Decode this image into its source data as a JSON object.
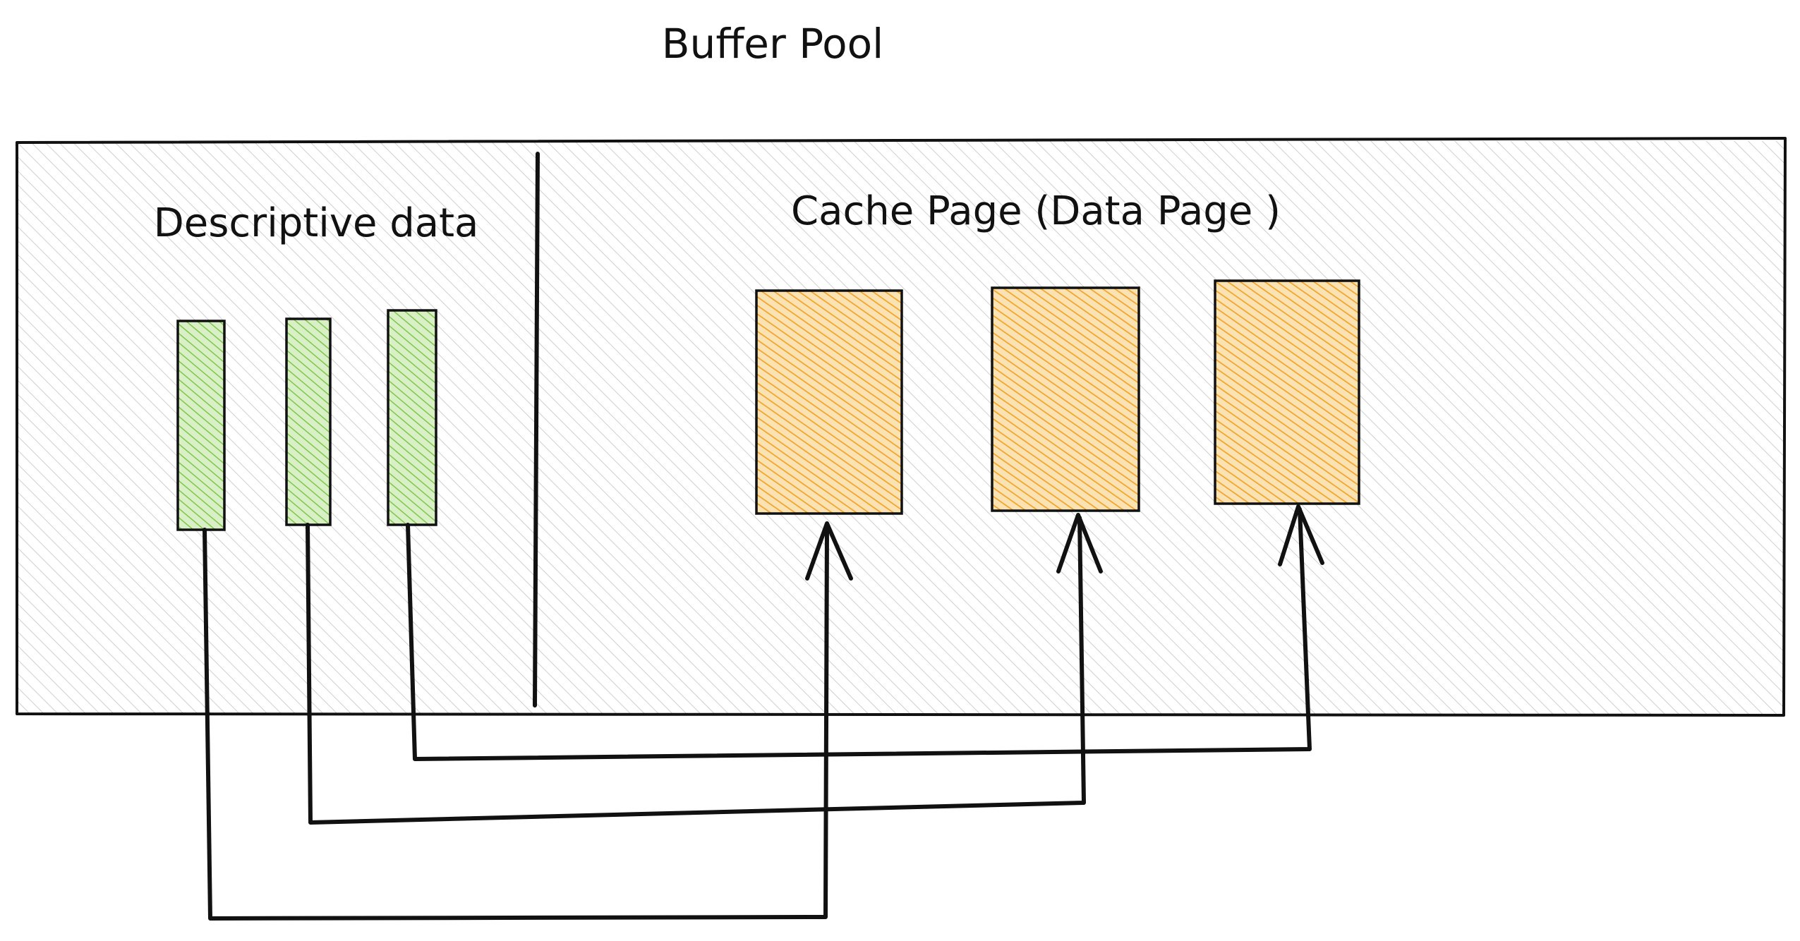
{
  "title": "Buffer Pool",
  "descriptive_section": {
    "label": "Descriptive data",
    "block_count": 3
  },
  "cache_section": {
    "label": "Cache Page (Data Page )",
    "page_count": 3
  },
  "colors": {
    "stroke": "#111111",
    "pool_hatch": "#c8c8c8",
    "descriptive_fill": "#8fce5a",
    "descriptive_hatch": "#6abf3a",
    "cache_fill": "#f7c26b",
    "cache_hatch": "#f0a21e"
  }
}
